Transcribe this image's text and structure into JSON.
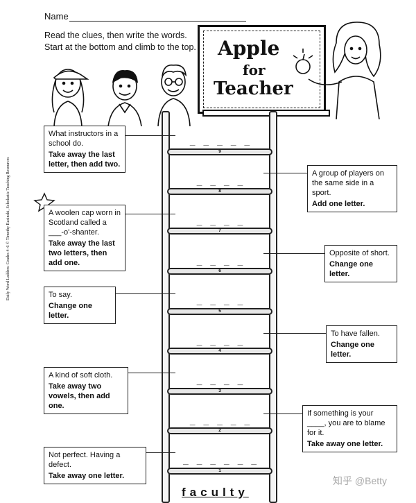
{
  "worksheet": {
    "name_label": "Name",
    "instruction_line1": "Read the clues, then write the words.",
    "instruction_line2": "Start at the bottom and climb to the top.",
    "sidebar_text": "Daily Word Ladders: Grades 4–6 © Timothy Rasinski, Scholastic Teaching Resources"
  },
  "chalkboard": {
    "line1": "Apple",
    "line2": "for",
    "line3": "Teacher"
  },
  "rungs": [
    {
      "num": "9",
      "blank": "_ _ _ _ _"
    },
    {
      "num": "8",
      "blank": "_ _ _ _"
    },
    {
      "num": "7",
      "blank": "_ _ _ _"
    },
    {
      "num": "6",
      "blank": "_ _ _ _"
    },
    {
      "num": "5",
      "blank": "_ _ _ _"
    },
    {
      "num": "4",
      "blank": "_ _ _ _"
    },
    {
      "num": "3",
      "blank": "_ _ _ _"
    },
    {
      "num": "2",
      "blank": "_ _ _ _ _"
    },
    {
      "num": "1",
      "blank": "_ _ _ _ _ _"
    }
  ],
  "clues": {
    "c9": {
      "text": "What instructors in a school do.",
      "instr": "Take away the last letter, then add two."
    },
    "c8": {
      "text": "A group of players on the same side in a sport.",
      "instr": "Add one letter."
    },
    "c7": {
      "text": "A woolen cap worn in Scotland called a ___-o'-shanter.",
      "instr": "Take away the last two letters, then add one."
    },
    "c6": {
      "text": "Opposite of short.",
      "instr": "Change one letter."
    },
    "c5": {
      "text": "To say.",
      "instr": "Change one letter."
    },
    "c4": {
      "text": "To have fallen.",
      "instr": "Change one letter."
    },
    "c3": {
      "text": "A kind of soft cloth.",
      "instr": "Take away two vowels, then add one."
    },
    "c2": {
      "text": "If something is your ____, you are to blame for it.",
      "instr": "Take away one letter."
    },
    "c1": {
      "text": "Not perfect. Having a defect.",
      "instr": "Take away one letter."
    }
  },
  "start_word": "faculty",
  "watermark": "知乎 @Betty"
}
